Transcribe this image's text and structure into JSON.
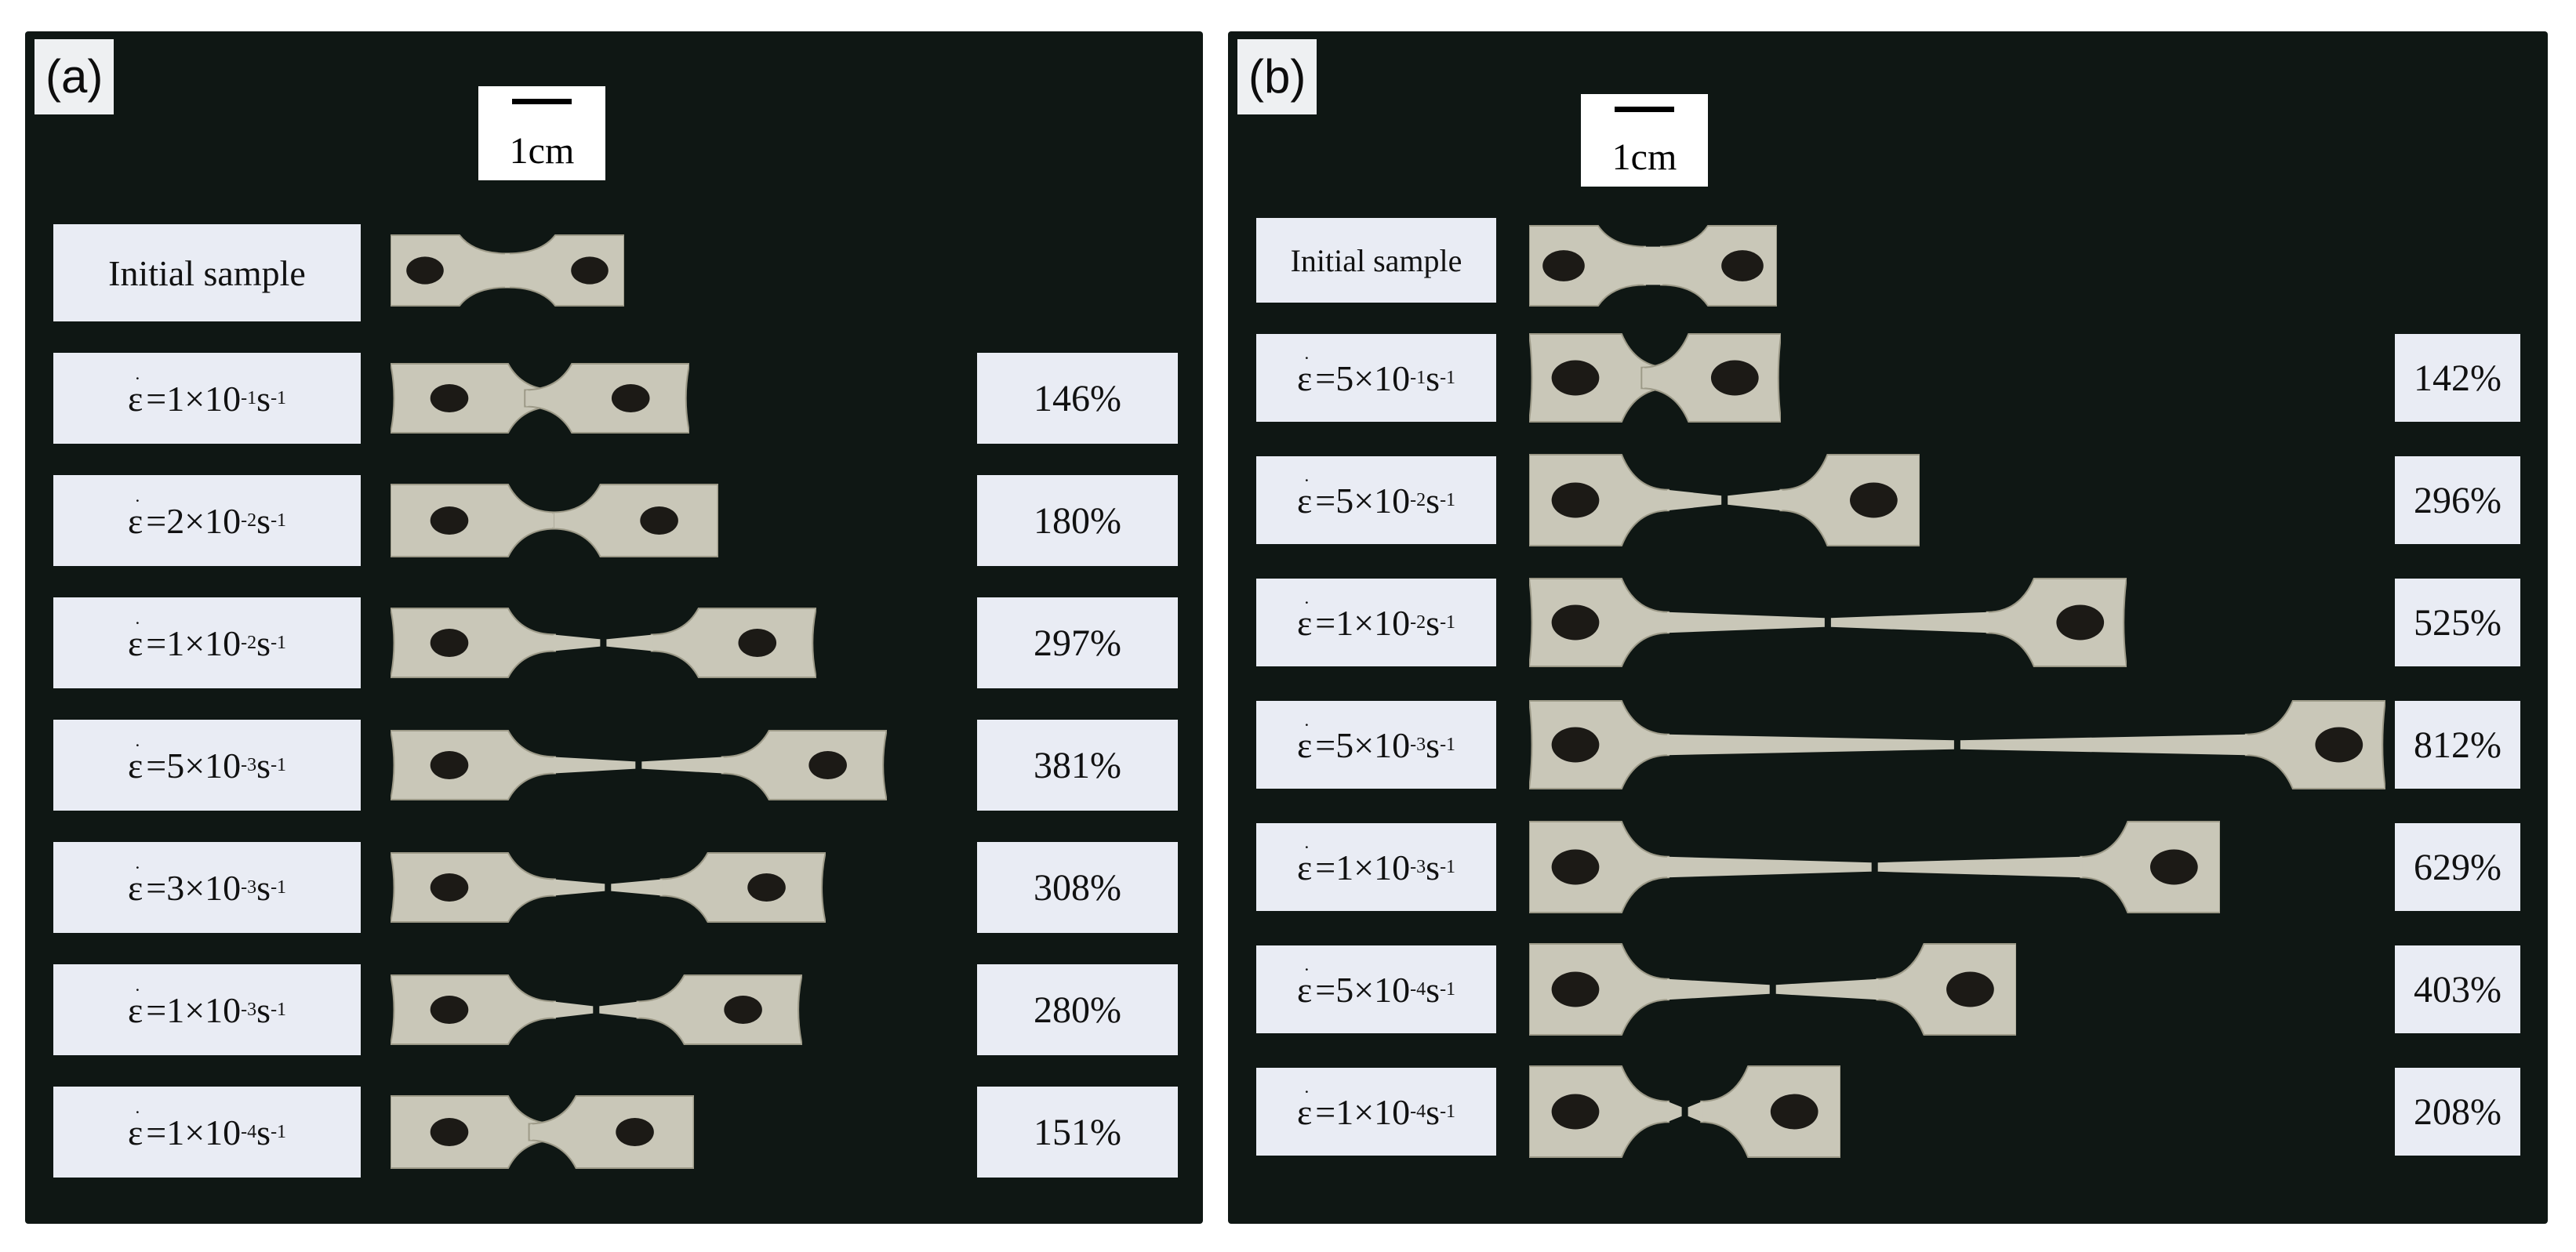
{
  "panels": [
    {
      "label": "(a)",
      "scale_label": "1cm",
      "initial_label": "Initial sample",
      "rows": [
        {
          "coef": "1",
          "exp": "-1",
          "elong": "146%",
          "pct": 146,
          "grip": "concave"
        },
        {
          "coef": "2",
          "exp": "-2",
          "elong": "180%",
          "pct": 180,
          "grip": "flat"
        },
        {
          "coef": "1",
          "exp": "-2",
          "elong": "297%",
          "pct": 297,
          "grip": "concave"
        },
        {
          "coef": "5",
          "exp": "-3",
          "elong": "381%",
          "pct": 381,
          "grip": "concave"
        },
        {
          "coef": "3",
          "exp": "-3",
          "elong": "308%",
          "pct": 308,
          "grip": "concave"
        },
        {
          "coef": "1",
          "exp": "-3",
          "elong": "280%",
          "pct": 280,
          "grip": "concave"
        },
        {
          "coef": "1",
          "exp": "-4",
          "elong": "151%",
          "pct": 151,
          "grip": "flat"
        }
      ]
    },
    {
      "label": "(b)",
      "scale_label": "1cm",
      "initial_label": "Initial sample",
      "rows": [
        {
          "coef": "5",
          "exp": "-1",
          "elong": "142%",
          "pct": 142,
          "grip": "concave"
        },
        {
          "coef": "5",
          "exp": "-2",
          "elong": "296%",
          "pct": 296,
          "grip": "flat"
        },
        {
          "coef": "1",
          "exp": "-2",
          "elong": "525%",
          "pct": 525,
          "grip": "concave"
        },
        {
          "coef": "5",
          "exp": "-3",
          "elong": "812%",
          "pct": 812,
          "grip": "concave"
        },
        {
          "coef": "1",
          "exp": "-3",
          "elong": "629%",
          "pct": 629,
          "grip": "flat"
        },
        {
          "coef": "5",
          "exp": "-4",
          "elong": "403%",
          "pct": 403,
          "grip": "flat"
        },
        {
          "coef": "1",
          "exp": "-4",
          "elong": "208%",
          "pct": 208,
          "grip": "flat"
        }
      ]
    }
  ],
  "colors": {
    "background": "#0f1714",
    "label_box": "#e9ecf4",
    "specimen_metal": "#c9c7b8",
    "specimen_shade": "#9d9a88"
  }
}
